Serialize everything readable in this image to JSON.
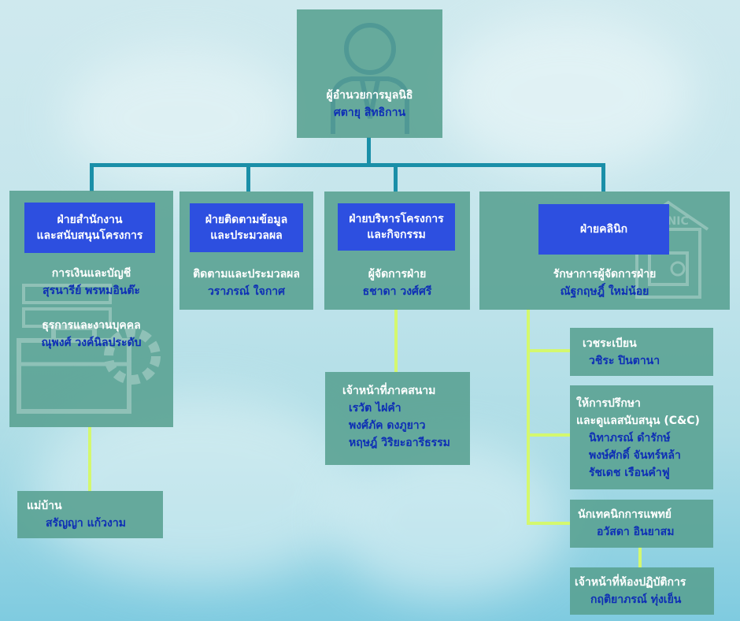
{
  "director": {
    "title": "ผู้อำนวยการมูลนิธิ",
    "name": "ศตายุ สิทธิกาน"
  },
  "departments": [
    {
      "header": [
        "ฝ่ายสำนักงาน",
        "และสนับสนุนโครงการ"
      ],
      "members": [
        {
          "role": "การเงินและบัญชี",
          "name": "สุรนารีย์ พรหมอินต๊ะ"
        },
        {
          "role": "ธุรการและงานบุคคล",
          "name": "ณุพงศ์ วงค์นิลประดับ"
        }
      ]
    },
    {
      "header": [
        "ฝ่ายติดตามข้อมูล",
        "และประมวลผล"
      ],
      "members": [
        {
          "role": "ติดตามและประมวลผล",
          "name": "วราภรณ์ ใจกาศ"
        }
      ]
    },
    {
      "header": [
        "ฝ่ายบริหารโครงการ",
        "และกิจกรรม"
      ],
      "members": [
        {
          "role": "ผู้จัดการฝ่าย",
          "name": "ธชาดา วงศ์ศรี"
        }
      ]
    },
    {
      "header": [
        "ฝ่ายคลินิก"
      ],
      "members": [
        {
          "role": "รักษาการผู้จัดการฝ่าย",
          "name": "ณัฐกฤษฎิ์   ใหม่น้อย"
        }
      ]
    }
  ],
  "housekeeper": {
    "role": "แม่บ้าน",
    "name": "สรัญญา แก้วงาม"
  },
  "field_staff": {
    "role": "เจ้าหน้าที่ภาคสนาม",
    "names": [
      "เรวัต ไฝคำ",
      "พงศ์ภัค ดงภูยาว",
      "หฤษฎ์ วิริยะอารีธรรม"
    ]
  },
  "clinic_units": [
    {
      "role": [
        "เวชระเบียน"
      ],
      "names": [
        "วชิระ ปินตานา"
      ]
    },
    {
      "role": [
        "ให้การปรึกษา",
        "และดูแลสนับสนุน (C&C)"
      ],
      "names": [
        "นิทาภรณ์ ดำรักษ์",
        "พงษ์ศักดิ์  จันทร์หล้า",
        "รัชเดช  เรือนคำฟู"
      ]
    },
    {
      "role": [
        "นักเทคนิกการแพทย์"
      ],
      "names": [
        "อวัสดา อินยาสม"
      ]
    },
    {
      "role": [
        "เจ้าหน้าที่ห้องปฏิบัติการ"
      ],
      "names": [
        "กฤติยาภรณ์ ทุ่งเย็น"
      ]
    }
  ],
  "clinic_icon_text": "CLINIC",
  "colors": {
    "box": "#58a091",
    "header": "#2d4fe0",
    "name": "#0e2fb5",
    "connector": "#1a8fa8",
    "sub_connector": "#d4f86e"
  }
}
